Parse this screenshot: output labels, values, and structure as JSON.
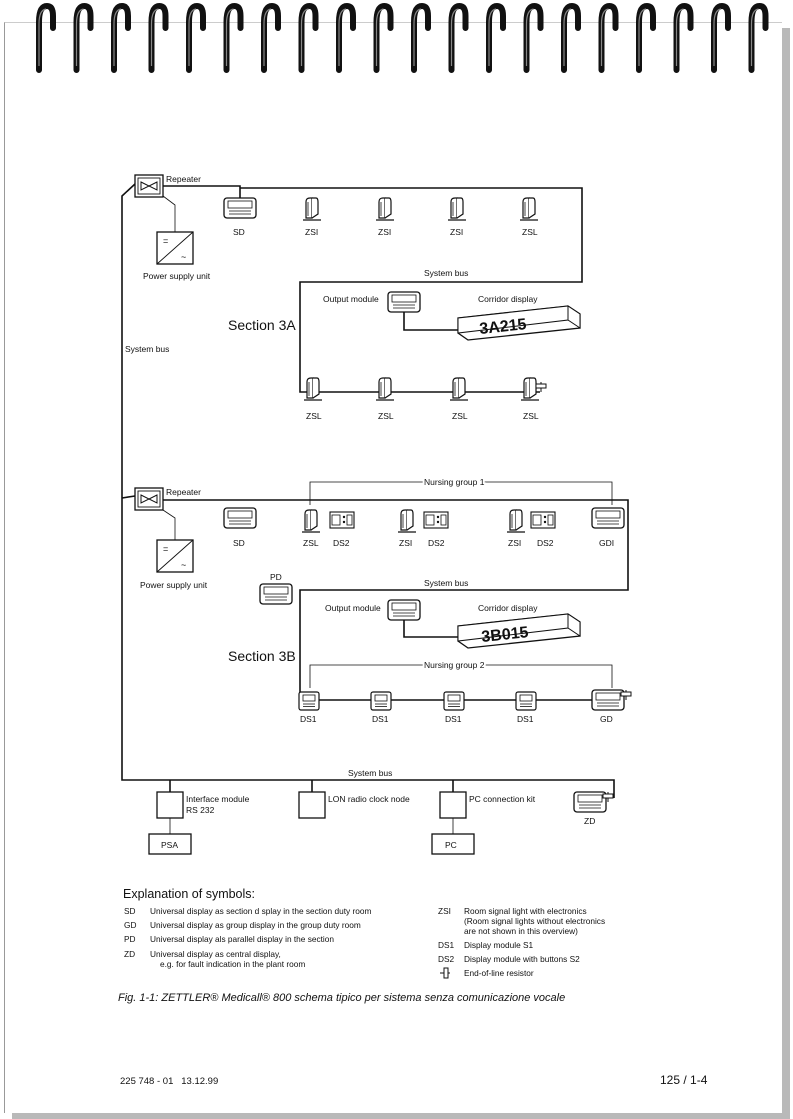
{
  "legend": {
    "title": "Explanation of symbols:",
    "left": [
      {
        "code": "SD",
        "text": "Universal display as section d splay in the section duty room"
      },
      {
        "code": "GD",
        "text": "Universal display as group display in the group duty room"
      },
      {
        "code": "PD",
        "text": "Universal display als parallel display in the section"
      },
      {
        "code": "ZD",
        "text": "Universal display as central display,",
        "text2": "e.g. for fault indication in the plant room"
      }
    ],
    "right": [
      {
        "code": "ZSI",
        "text": "Room signal light with electronics",
        "text2": "(Room signal lights without electronics",
        "text3": "are not shown in this overview)"
      },
      {
        "code": "DS1",
        "text": "Display module S1"
      },
      {
        "code": "DS2",
        "text": "Display module with buttons S2"
      },
      {
        "code": "",
        "text": "End-of-line resistor"
      }
    ]
  },
  "caption": "Fig. 1-1: ZETTLER® Medicall® 800 schema tipico per sistema senza comunicazione vocale",
  "footer": {
    "doc": "225 748 - 01   13.12.99",
    "page": "125 / 1-4"
  },
  "diagram": {
    "system_bus": "System bus",
    "repeater": "Repeater",
    "power_supply": "Power supply unit",
    "section_a": {
      "title": "Section 3A",
      "output_module": "Output module",
      "corridor_display": "Corridor display",
      "display_text": "3A215",
      "top_labels": [
        "SD",
        "ZSI",
        "ZSI",
        "ZSI",
        "ZSL"
      ],
      "bottom_labels": [
        "ZSL",
        "ZSL",
        "ZSL",
        "ZSL"
      ]
    },
    "section_b": {
      "title": "Section 3B",
      "output_module": "Output module",
      "corridor_display": "Corridor display",
      "display_text": "3B015",
      "nursing_group_1": "Nursing group 1",
      "nursing_group_2": "Nursing group 2",
      "pd": "PD",
      "top_labels": [
        "SD",
        "ZSL",
        "DS2",
        "ZSI",
        "DS2",
        "ZSI",
        "DS2",
        "GDI"
      ],
      "bottom_labels": [
        "DS1",
        "DS1",
        "DS1",
        "DS1",
        "GD"
      ]
    },
    "bottom": {
      "interface_module": "Interface module",
      "rs232": "RS 232",
      "lon": "LON radio clock node",
      "pc_kit": "PC connection kit",
      "psa": "PSA",
      "pc": "PC",
      "zd": "ZD"
    }
  }
}
